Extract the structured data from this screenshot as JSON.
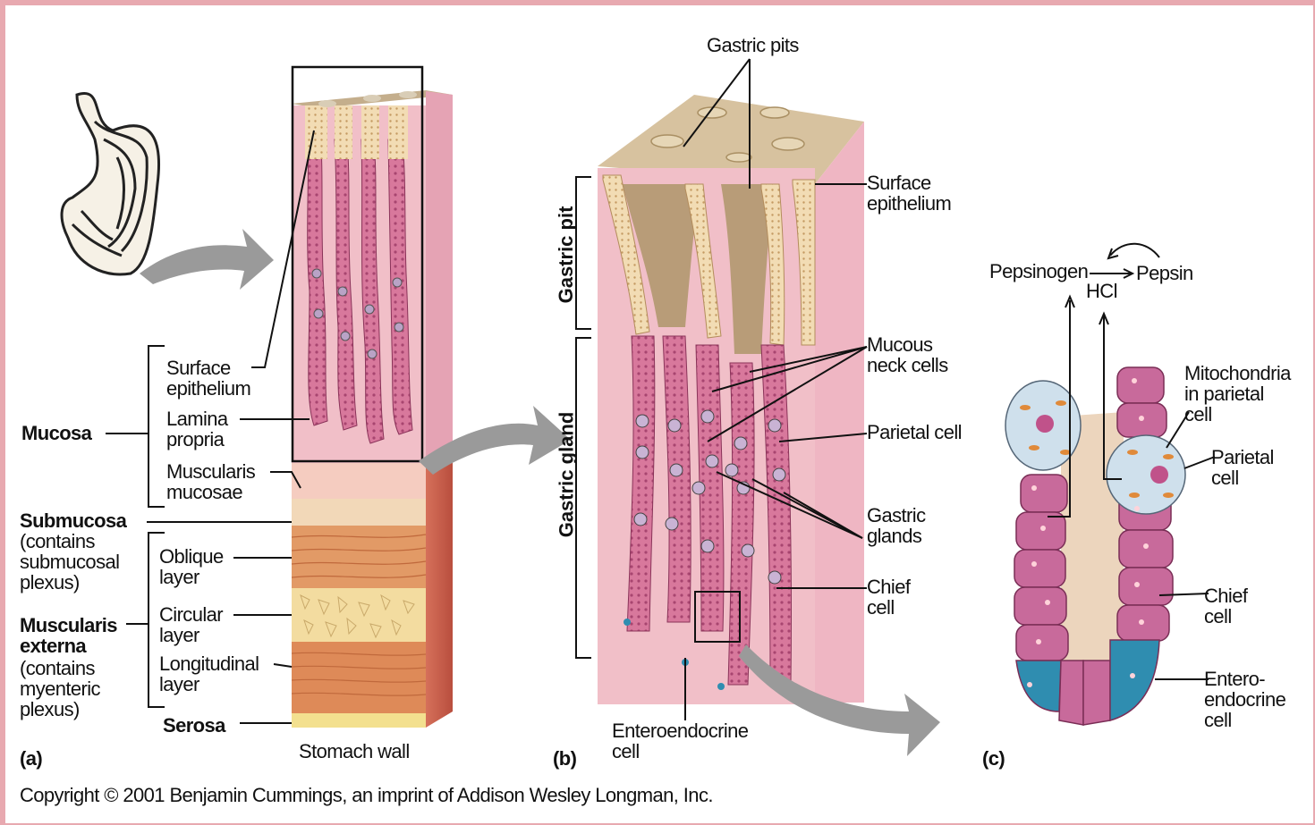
{
  "panel_a": {
    "letter": "(a)",
    "caption": "Stomach wall",
    "mucosa": "Mucosa",
    "submucosa": "Submucosa",
    "submucosa_note": [
      "(contains",
      "submucosal",
      "plexus)"
    ],
    "muscularis_externa": [
      "Muscularis",
      "externa"
    ],
    "muscularis_note": [
      "(contains",
      "myenteric",
      "plexus)"
    ],
    "serosa": "Serosa",
    "surface_epithelium": [
      "Surface",
      "epithelium"
    ],
    "lamina_propria": [
      "Lamina",
      "propria"
    ],
    "muscularis_mucosae": [
      "Muscularis",
      "mucosae"
    ],
    "oblique_layer": [
      "Oblique",
      "layer"
    ],
    "circular_layer": [
      "Circular",
      "layer"
    ],
    "longitudinal_layer": [
      "Longitudinal",
      "layer"
    ]
  },
  "panel_b": {
    "letter": "(b)",
    "gastric_pits": "Gastric pits",
    "gastric_pit": "Gastric pit",
    "gastric_gland": "Gastric gland",
    "surface_epithelium": [
      "Surface",
      "epithelium"
    ],
    "mucous_neck_cells": [
      "Mucous",
      "neck cells"
    ],
    "parietal_cell": "Parietal cell",
    "gastric_glands": [
      "Gastric",
      "glands"
    ],
    "chief_cell": [
      "Chief",
      "cell"
    ],
    "enteroendocrine_cell": [
      "Enteroendocrine",
      "cell"
    ]
  },
  "panel_c": {
    "letter": "(c)",
    "pepsinogen": "Pepsinogen",
    "pepsin": "Pepsin",
    "hcl": "HCl",
    "mitochondria": [
      "Mitochondria",
      "in parietal",
      "cell"
    ],
    "parietal_cell": [
      "Parietal",
      "cell"
    ],
    "chief_cell": [
      "Chief",
      "cell"
    ],
    "enteroendocrine_cell": [
      "Entero-",
      "endocrine",
      "cell"
    ]
  },
  "copyright": "Copyright © 2001 Benjamin Cummings, an imprint of Addison Wesley Longman, Inc.",
  "colors": {
    "connective_pink": "#f1bfc8",
    "epithelium_tan": "#c2a98a",
    "gland_pink": "#c9638d",
    "muscle_orange": "#e39a63",
    "serosa_yellow": "#f3e08f",
    "arrow_gray": "#9a9a9a",
    "entero_blue": "#2f8db0"
  }
}
